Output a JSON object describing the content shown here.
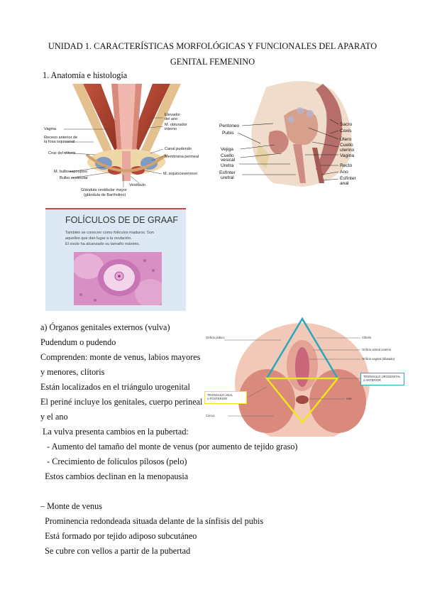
{
  "header": {
    "title_line1": "UNIDAD 1. CARACTERÍSTICAS MORFOLÓGICAS Y FUNCIONALES DEL APARATO",
    "title_line2": "GENITAL FEMENINO"
  },
  "section1": {
    "heading": "1. Anatomía e histología"
  },
  "figure_perineum": {
    "labels_left": [
      "Vagina",
      "Receso anterior de",
      "la fosa isquioanal",
      "Cruz del clítoris",
      "M. bulboesponjoso",
      "Bulbo vestibular"
    ],
    "labels_right": [
      "Elevador",
      "del ano",
      "M. obturador",
      "interno",
      "Canal pudendo",
      "Membrana perineal",
      "M. isquiocavernoso"
    ],
    "labels_bottom": [
      "Vestíbulo",
      "Glándula vestibular mayor",
      "(glándula de Bartholino)"
    ]
  },
  "figure_pelvis": {
    "labels_left": [
      "Peritoneo",
      "Pubis",
      "Vejiga",
      "Cuello",
      "vesical",
      "Uretra",
      "Esfínter",
      "uretral"
    ],
    "labels_right": [
      "Sacro",
      "Coxis",
      "Útero",
      "Cuello",
      "uterino",
      "Vagina",
      "Recto",
      "Ano",
      "Esfínter",
      "anal"
    ]
  },
  "figure_graaf": {
    "title": "FOLÍCULOS DE DE GRAAF",
    "text_lines": [
      "También se conocen como folículos maduros. Son",
      "aquellos que dan lugar a la ovulación.",
      "El ovulo ha alcanzado su tamaño máximo."
    ]
  },
  "figure_vulva": {
    "label_monte": "Orificio púbico",
    "labels_right": [
      "Clítoris",
      "Orificio uretral externo",
      "Orificio vaginal (dilatado)"
    ],
    "box_right": [
      "TRIÁNGULO UROGENITAL",
      "o ANTERIOR"
    ],
    "box_left": [
      "TRIÁNGULO ANAL",
      "o POSTERIOR"
    ],
    "label_ano": "Ano",
    "label_coxis": "Cóccix",
    "colors": {
      "urogenital": "#2aa7b8",
      "anal": "#f2e51a",
      "box_right_border": "#2aa7b8",
      "box_left_border": "#f2e51a"
    }
  },
  "body_text": {
    "a_heading": "a) Órganos genitales externos (vulva)",
    "lines": [
      "Pudendum o pudendo",
      "Comprenden: monte de venus, labios mayores",
      "y menores, clítoris",
      "Están localizados en el triángulo urogenital",
      "El periné incluye los genitales, cuerpo perineal",
      "y el ano",
      " La vulva presenta cambios en la pubertad:",
      "   - Aumento del tamaño del monte de venus (por aumento de tejido graso)",
      "   - Crecimiento de folículos pílosos (pelo)",
      "  Estos cambios declinan en la menopausia"
    ],
    "monte_heading": "– Monte de venus",
    "monte_lines": [
      "  Prominencia redondeada situada delante de la sínfisis del pubis",
      "  Está formado por tejido adiposo subcutáneo",
      "  Se cubre con vellos a partir de la pubertad"
    ]
  }
}
